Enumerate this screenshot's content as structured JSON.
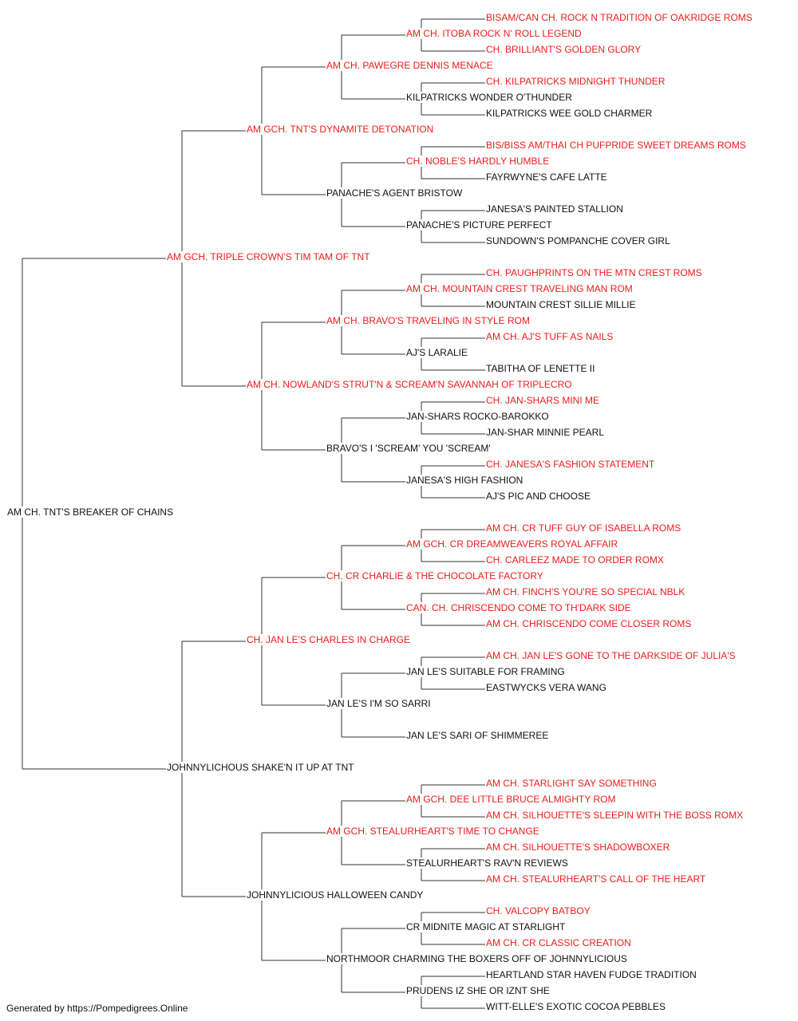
{
  "colors": {
    "champion": "#ee1c1c",
    "regular": "#111111",
    "line": "#333333"
  },
  "pedigree": {
    "name": "AM CH. TNT'S BREAKER OF CHAINS",
    "champion": false,
    "sire": {
      "name": "AM GCH. TRIPLE CROWN'S TIM TAM OF TNT",
      "champion": true,
      "sire": {
        "name": "AM GCH. TNT'S DYNAMITE DETONATION",
        "champion": true,
        "sire": {
          "name": "AM CH. PAWEGRE DENNIS MENACE",
          "champion": true,
          "sire": {
            "name": "AM CH. ITOBA ROCK N' ROLL LEGEND",
            "champion": true,
            "sire": {
              "name": "BISAM/CAN CH. ROCK N TRADITION OF OAKRIDGE ROMS",
              "champion": true
            },
            "dam": {
              "name": "CH. BRILLIANT'S GOLDEN GLORY",
              "champion": true
            }
          },
          "dam": {
            "name": "KILPATRICKS WONDER O'THUNDER",
            "champion": false,
            "sire": {
              "name": "CH. KILPATRICKS MIDNIGHT THUNDER",
              "champion": true
            },
            "dam": {
              "name": "KILPATRICKS WEE GOLD CHARMER",
              "champion": false
            }
          }
        },
        "dam": {
          "name": "PANACHE'S AGENT BRISTOW",
          "champion": false,
          "sire": {
            "name": "CH. NOBLE'S HARDLY HUMBLE",
            "champion": true,
            "sire": {
              "name": "BIS/BISS AM/THAI CH PUFPRIDE SWEET DREAMS ROMS",
              "champion": true
            },
            "dam": {
              "name": "FAYRWYNE'S CAFE LATTE",
              "champion": false
            }
          },
          "dam": {
            "name": "PANACHE'S PICTURE PERFECT",
            "champion": false,
            "sire": {
              "name": "JANESA'S PAINTED STALLION",
              "champion": false
            },
            "dam": {
              "name": "SUNDOWN'S POMPANCHE COVER GIRL",
              "champion": false
            }
          }
        }
      },
      "dam": {
        "name": "AM CH. NOWLAND'S STRUT'N & SCREAM'N SAVANNAH OF TRIPLECRO",
        "champion": true,
        "sire": {
          "name": "AM CH. BRAVO'S TRAVELING IN STYLE ROM",
          "champion": true,
          "sire": {
            "name": "AM CH. MOUNTAIN CREST TRAVELING MAN ROM",
            "champion": true,
            "sire": {
              "name": "CH. PAUGHPRINTS ON THE MTN CREST ROMS",
              "champion": true
            },
            "dam": {
              "name": "MOUNTAIN CREST SILLIE MILLIE",
              "champion": false
            }
          },
          "dam": {
            "name": "AJ'S LARALIE",
            "champion": false,
            "sire": {
              "name": "AM CH. AJ'S TUFF AS NAILS",
              "champion": true
            },
            "dam": {
              "name": "TABITHA OF LENETTE II",
              "champion": false
            }
          }
        },
        "dam": {
          "name": "BRAVO'S I 'SCREAM' YOU 'SCREAM'",
          "champion": false,
          "sire": {
            "name": "JAN-SHARS ROCKO-BAROKKO",
            "champion": false,
            "sire": {
              "name": "CH. JAN-SHARS MINI ME",
              "champion": true
            },
            "dam": {
              "name": "JAN-SHAR MINNIE PEARL",
              "champion": false
            }
          },
          "dam": {
            "name": "JANESA'S HIGH FASHION",
            "champion": false,
            "sire": {
              "name": "CH. JANESA'S FASHION STATEMENT",
              "champion": true
            },
            "dam": {
              "name": "AJ'S PIC AND CHOOSE",
              "champion": false
            }
          }
        }
      }
    },
    "dam": {
      "name": "JOHNNYLICHOUS SHAKE'N IT UP AT TNT",
      "champion": false,
      "sire": {
        "name": "CH. JAN LE'S CHARLES IN CHARGE",
        "champion": true,
        "sire": {
          "name": "CH. CR CHARLIE & THE CHOCOLATE FACTORY",
          "champion": true,
          "sire": {
            "name": "AM GCH. CR DREAMWEAVERS ROYAL AFFAIR",
            "champion": true,
            "sire": {
              "name": "AM CH. CR TUFF GUY OF ISABELLA ROMS",
              "champion": true
            },
            "dam": {
              "name": "CH. CARLEEZ MADE TO ORDER ROMX",
              "champion": true
            }
          },
          "dam": {
            "name": "CAN. CH. CHRISCENDO COME TO TH'DARK SIDE",
            "champion": true,
            "sire": {
              "name": "AM CH. FINCH'S YOU'RE SO SPECIAL NBLK",
              "champion": true
            },
            "dam": {
              "name": "AM CH. CHRISCENDO COME CLOSER ROMS",
              "champion": true
            }
          }
        },
        "dam": {
          "name": "JAN LE'S I'M SO SARRI",
          "champion": false,
          "sire": {
            "name": "JAN LE'S SUITABLE FOR FRAMING",
            "champion": false,
            "sire": {
              "name": "AM CH. JAN LE'S GONE TO THE DARKSIDE OF JULIA'S",
              "champion": true
            },
            "dam": {
              "name": "EASTWYCKS VERA WANG",
              "champion": false
            }
          },
          "dam": {
            "name": "JAN LE'S SARI OF SHIMMEREE",
            "champion": false
          }
        }
      },
      "dam": {
        "name": "JOHNNYLICIOUS HALLOWEEN CANDY",
        "champion": false,
        "sire": {
          "name": "AM GCH. STEALURHEART'S TIME TO CHANGE",
          "champion": true,
          "sire": {
            "name": "AM GCH. DEE LITTLE BRUCE ALMIGHTY ROM",
            "champion": true,
            "sire": {
              "name": "AM CH. STARLIGHT SAY SOMETHING",
              "champion": true
            },
            "dam": {
              "name": "AM CH. SILHOUETTE'S SLEEPIN WITH THE BOSS ROMX",
              "champion": true
            }
          },
          "dam": {
            "name": "STEALURHEART'S RAV'N REVIEWS",
            "champion": false,
            "sire": {
              "name": "AM CH. SILHOUETTE'S SHADOWBOXER",
              "champion": true
            },
            "dam": {
              "name": "AM CH. STEALURHEART'S CALL OF THE HEART",
              "champion": true
            }
          }
        },
        "dam": {
          "name": "NORTHMOOR CHARMING THE BOXERS OFF OF JOHNNYLICIOUS",
          "champion": false,
          "sire": {
            "name": "CR MIDNITE MAGIC AT STARLIGHT",
            "champion": false,
            "sire": {
              "name": "CH. VALCOPY BATBOY",
              "champion": true
            },
            "dam": {
              "name": "AM CH. CR CLASSIC CREATION",
              "champion": true
            }
          },
          "dam": {
            "name": "PRUDENS IZ SHE OR IZNT SHE",
            "champion": false,
            "sire": {
              "name": "HEARTLAND STAR HAVEN FUDGE TRADITION",
              "champion": false
            },
            "dam": {
              "name": "WITT-ELLE'S EXOTIC COCOA PEBBLES",
              "champion": false
            }
          }
        }
      }
    }
  },
  "footer": "Generated by https://Pompedigrees.Online"
}
